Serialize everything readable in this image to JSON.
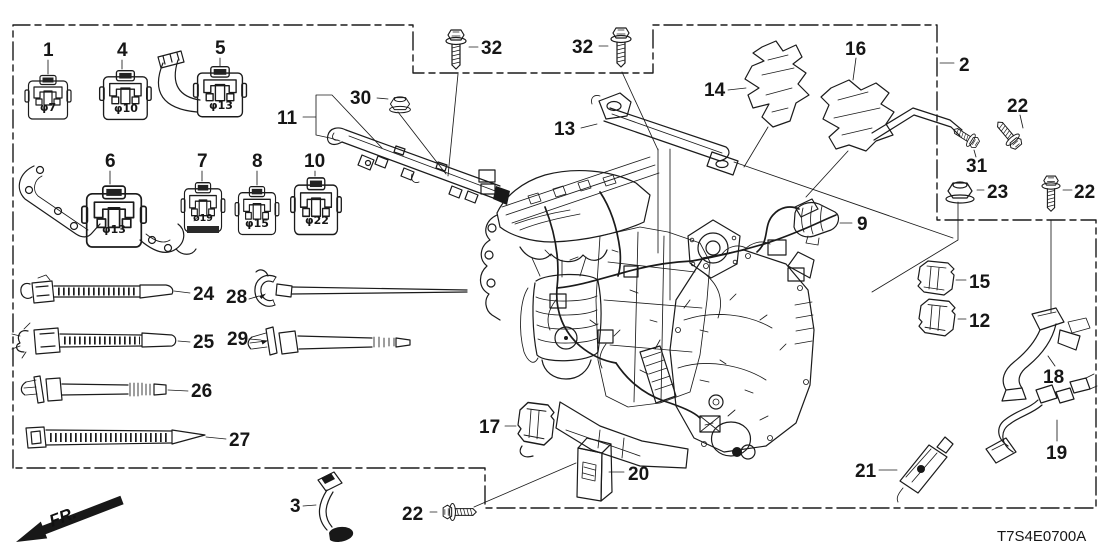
{
  "figure": {
    "code": "T7S4E0700A",
    "direction": "FR."
  },
  "connector_sizes": {
    "c1": "φ7",
    "c4": "φ10",
    "c5": "φ13",
    "c6": "φ13",
    "c7": "ø19",
    "c8": "φ15",
    "c10": "φ22"
  },
  "part_numbers": {
    "p1": "1",
    "p2": "2",
    "p3": "3",
    "p4": "4",
    "p5": "5",
    "p6": "6",
    "p7": "7",
    "p8": "8",
    "p9": "9",
    "p10": "10",
    "p11": "11",
    "p12": "12",
    "p13": "13",
    "p14": "14",
    "p15": "15",
    "p16": "16",
    "p17": "17",
    "p18": "18",
    "p19": "19",
    "p20": "20",
    "p21": "21",
    "p22a": "22",
    "p22b": "22",
    "p22c": "22",
    "p23": "23",
    "p24": "24",
    "p25": "25",
    "p26": "26",
    "p27": "27",
    "p28": "28",
    "p29": "29",
    "p30": "30",
    "p31": "31",
    "p32a": "32",
    "p32b": "32"
  }
}
